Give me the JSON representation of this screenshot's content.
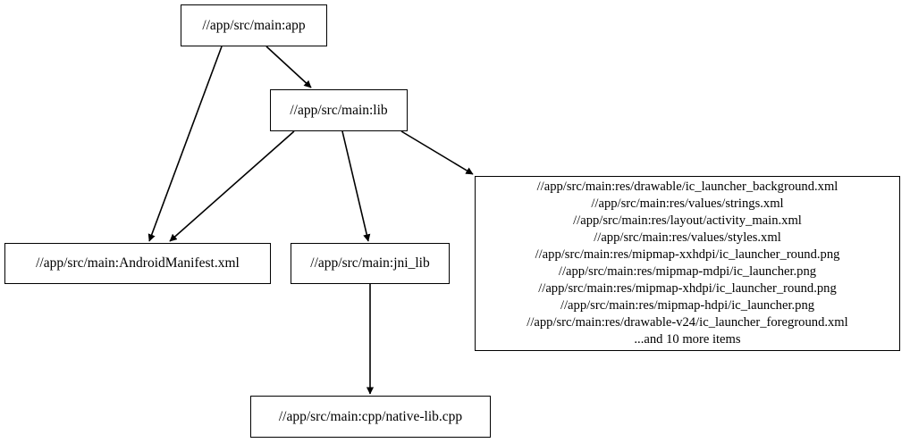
{
  "graph": {
    "type": "directed-graph",
    "nodes": [
      {
        "id": "app",
        "label": "//app/src/main:app"
      },
      {
        "id": "lib",
        "label": "//app/src/main:lib"
      },
      {
        "id": "manifest",
        "label": "//app/src/main:AndroidManifest.xml"
      },
      {
        "id": "jni",
        "label": "//app/src/main:jni_lib"
      },
      {
        "id": "cpp",
        "label": "//app/src/main:cpp/native-lib.cpp"
      },
      {
        "id": "res",
        "lines": [
          "//app/src/main:res/drawable/ic_launcher_background.xml",
          "//app/src/main:res/values/strings.xml",
          "//app/src/main:res/layout/activity_main.xml",
          "//app/src/main:res/values/styles.xml",
          "//app/src/main:res/mipmap-xxhdpi/ic_launcher_round.png",
          "//app/src/main:res/mipmap-mdpi/ic_launcher.png",
          "//app/src/main:res/mipmap-xhdpi/ic_launcher_round.png",
          "//app/src/main:res/mipmap-hdpi/ic_launcher.png",
          "//app/src/main:res/drawable-v24/ic_launcher_foreground.xml",
          "...and 10 more items"
        ]
      }
    ],
    "edges": [
      {
        "from": "app",
        "to": "lib"
      },
      {
        "from": "app",
        "to": "manifest"
      },
      {
        "from": "lib",
        "to": "manifest"
      },
      {
        "from": "lib",
        "to": "jni"
      },
      {
        "from": "lib",
        "to": "res"
      },
      {
        "from": "jni",
        "to": "cpp"
      }
    ],
    "colors": {
      "stroke": "#000000",
      "fill": "#ffffff",
      "text": "#000000"
    }
  }
}
